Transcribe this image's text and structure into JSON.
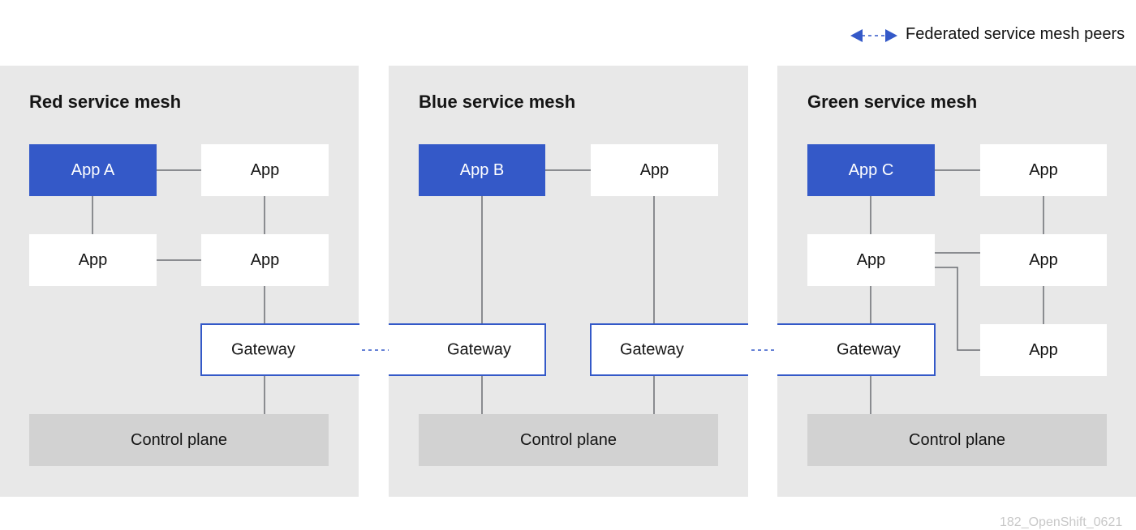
{
  "legend": {
    "label": "Federated service mesh peers"
  },
  "colors": {
    "app_primary": "#3459c8",
    "gateway_border": "#3459c8",
    "peer_arrow": "#3459c8",
    "panel_bg": "#e8e8e8",
    "control_plane_bg": "#d2d2d2"
  },
  "meshes": [
    {
      "title": "Red service mesh",
      "primary_app": "App A",
      "app": "App",
      "gateway": "Gateway",
      "control_plane": "Control plane"
    },
    {
      "title": "Blue service mesh",
      "primary_app": "App B",
      "app": "App",
      "gateway": "Gateway",
      "control_plane": "Control plane"
    },
    {
      "title": "Green service mesh",
      "primary_app": "App C",
      "app": "App",
      "gateway": "Gateway",
      "control_plane": "Control plane"
    }
  ],
  "footnote": "182_OpenShift_0621"
}
